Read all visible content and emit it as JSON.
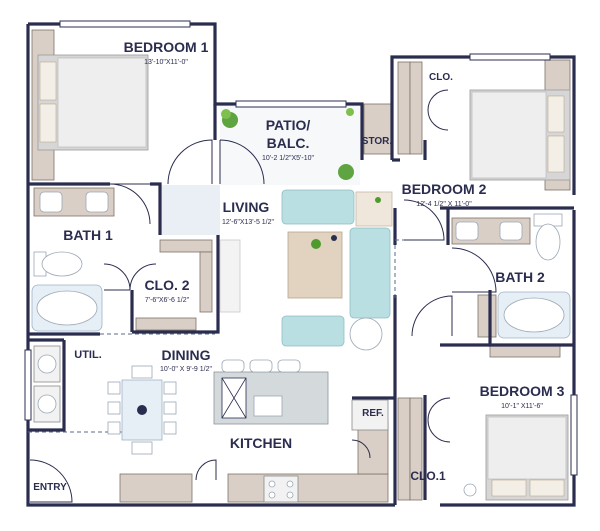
{
  "rooms": {
    "bedroom1": {
      "title": "BEDROOM 1",
      "dim": "13'-10\"X11'-0\""
    },
    "patio": {
      "line1": "PATIO/",
      "line2": "BALC.",
      "dim": "10'-2 1/2\"X5'-10\""
    },
    "stor": {
      "title": "STOR."
    },
    "clo_top": {
      "title": "CLO."
    },
    "living": {
      "title": "LIVING",
      "dim": "12'-6\"X13'-5 1/2\""
    },
    "bedroom2": {
      "title": "BEDROOM 2",
      "dim": "12'-4 1/2\" X 11'-0\""
    },
    "bath1": {
      "title": "BATH 1"
    },
    "clo2": {
      "title": "CLO. 2",
      "dim": "7'-6\"X6'-6 1/2\""
    },
    "bath2": {
      "title": "BATH 2"
    },
    "util": {
      "title": "UTIL."
    },
    "dining": {
      "title": "DINING",
      "dim": "10'-0\" X 9'-9 1/2\""
    },
    "ref": {
      "title": "REF."
    },
    "bedroom3": {
      "title": "BEDROOM 3",
      "dim": "10'-1\" X11'-6\""
    },
    "kitchen": {
      "title": "KITCHEN"
    },
    "clo1": {
      "title": "CLO.1"
    },
    "entry": {
      "title": "ENTRY"
    }
  },
  "colors": {
    "wall": "#2b2d4f",
    "cabinet": "#d9cfc6",
    "sofa": "#b9dfe3",
    "plant": "#4e9a2c"
  }
}
